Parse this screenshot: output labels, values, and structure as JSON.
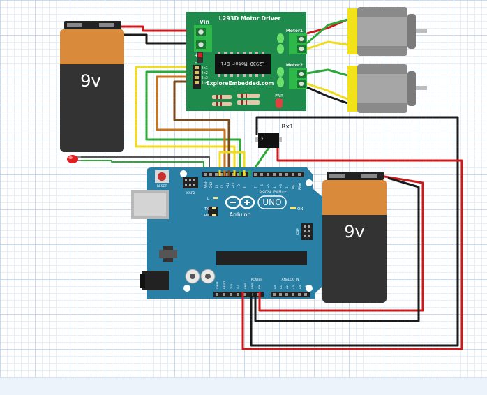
{
  "driver": {
    "title": "L293D Motor Driver",
    "vin_label": "Vin",
    "chip_label": "L293D Motor Dri",
    "website": "ExploreEmbedded.com",
    "motor1_label": "Motor1",
    "motor2_label": "Motor2",
    "pwr_label": "PWR",
    "pin_labels": [
      "In1",
      "In2",
      "In3",
      "In4"
    ],
    "power_markings": [
      "+",
      "-"
    ]
  },
  "battery_left": {
    "label": "9v"
  },
  "battery_right": {
    "label": "9v"
  },
  "receiver": {
    "label": "Rx1",
    "pin_mark": "?"
  },
  "arduino": {
    "model": "UNO",
    "brand": "Arduino",
    "reset_label": "RESET",
    "icsp2_label": "ICSP2",
    "icsp_label": "ICSP",
    "on_label": "ON",
    "l_label": "L",
    "tx_label": "TX",
    "rx_label": "RX",
    "digital_label": "DIGITAL (PWM=~)",
    "power_label": "POWER",
    "analog_label": "ANALOG IN",
    "digital_pins": [
      "AREF",
      "GND",
      "13",
      "12",
      "~11",
      "~10",
      "~9",
      "8",
      "7",
      "~6",
      "~5",
      "4",
      "~3",
      "2",
      "TX▸1",
      "RX◂0"
    ],
    "power_pins": [
      "IOREF",
      "RESET",
      "3V3",
      "5V",
      "GND",
      "GND",
      "VIN"
    ],
    "analog_pins": [
      "A0",
      "A1",
      "A2",
      "A3",
      "A4",
      "A5"
    ]
  },
  "colors": {
    "board_green": "#1e8a4c",
    "arduino_teal": "#2a7fa4",
    "wire_red": "#cc1a1a",
    "wire_black": "#1a1a1a",
    "wire_yellow": "#f0dc1e",
    "wire_green": "#2fa83a",
    "wire_orange": "#c8741e",
    "wire_brown": "#7a4a1a",
    "battery_orange": "#d98a3a",
    "battery_dark": "#333333",
    "motor_yellow": "#f2e21a"
  }
}
